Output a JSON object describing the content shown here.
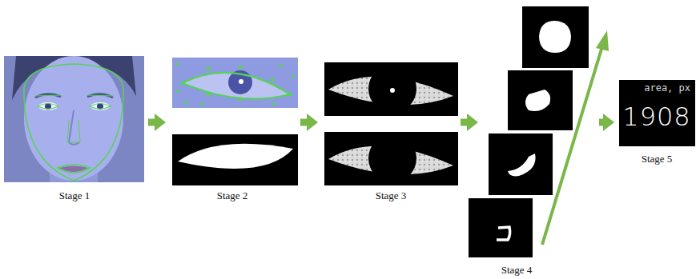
{
  "diagram": {
    "nodes": [
      {
        "text": [
          "Stage 1"
        ]
      },
      {
        "text": [
          "Stage 2"
        ]
      },
      {
        "text": [
          "Stage 3"
        ]
      },
      {
        "text": [
          "Stage 4"
        ]
      },
      {
        "text": [
          "area, px",
          "1908",
          "Stage 5"
        ]
      }
    ],
    "edges": [
      {
        "from": 0,
        "to": 1,
        "arrow": "to"
      },
      {
        "from": 1,
        "to": 2,
        "arrow": "to"
      },
      {
        "from": 2,
        "to": 3,
        "arrow": "to"
      },
      {
        "from": 3,
        "to": 4,
        "arrow": "to"
      }
    ]
  }
}
